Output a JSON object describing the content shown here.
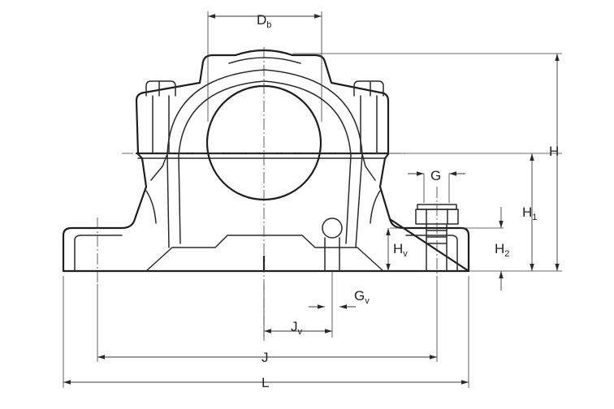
{
  "labels": {
    "db": {
      "main": "D",
      "sub": "b"
    },
    "h": {
      "main": "H",
      "sub": ""
    },
    "h1": {
      "main": "H",
      "sub": "1"
    },
    "h2": {
      "main": "H",
      "sub": "2"
    },
    "hv": {
      "main": "H",
      "sub": "v"
    },
    "g": {
      "main": "G",
      "sub": ""
    },
    "gv": {
      "main": "G",
      "sub": "v"
    },
    "jv": {
      "main": "J",
      "sub": "v"
    },
    "j": {
      "main": "J",
      "sub": ""
    },
    "l": {
      "main": "L",
      "sub": ""
    }
  }
}
